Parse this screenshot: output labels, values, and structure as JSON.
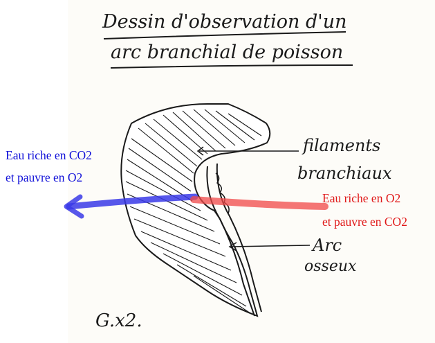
{
  "title": {
    "line1": "Dessin d'observation d'un",
    "line2": "arc branchial de poisson"
  },
  "labels": {
    "filaments_line1": "filaments",
    "filaments_line2": "branchiaux",
    "arc_line1": "Arc",
    "arc_line2": "osseux",
    "scale": "G.x2."
  },
  "annotations": {
    "outflow_line1": "Eau riche en CO2",
    "outflow_line2": "et pauvre en O2",
    "inflow_line1": "Eau riche en O2",
    "inflow_line2": "et pauvre en CO2"
  },
  "colors": {
    "outflow": "#1010d8",
    "outflow_arrow": "#3a3ae8",
    "inflow": "#e01818",
    "inflow_arrow": "#f04848",
    "ink": "#1a1a1a",
    "paper": "#fdfcf8"
  },
  "icons": {
    "outflow_arrow": "arrow-left-icon",
    "inflow_arrow": "arrow-line-icon"
  }
}
